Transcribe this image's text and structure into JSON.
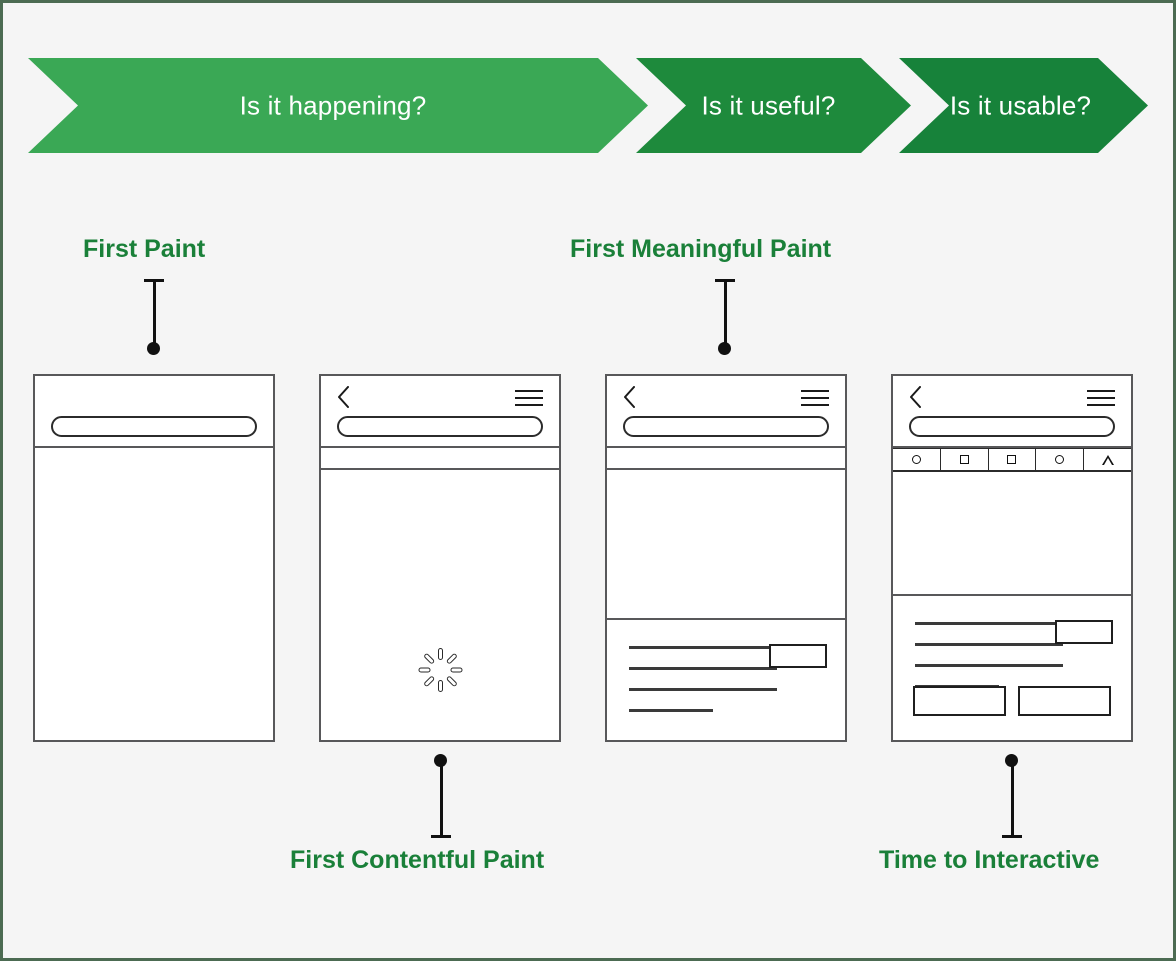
{
  "banner": {
    "segments": [
      {
        "label": "Is it happening?",
        "color": "#3aa855"
      },
      {
        "label": "Is it useful?",
        "color": "#1e8a3c"
      },
      {
        "label": "Is it usable?",
        "color": "#17823a"
      }
    ]
  },
  "accent_color": "#1a8039",
  "border_color": "#4c6b52",
  "background_color": "#f5f5f5",
  "metrics": [
    {
      "id": "first-paint",
      "label": "First Paint",
      "position": "above",
      "phone": 1
    },
    {
      "id": "first-contentful-paint",
      "label": "First Contentful Paint",
      "position": "below",
      "phone": 2
    },
    {
      "id": "first-meaningful-paint",
      "label": "First Meaningful Paint",
      "position": "above",
      "phone": 3
    },
    {
      "id": "time-to-interactive",
      "label": "Time to Interactive",
      "position": "below",
      "phone": 4
    }
  ],
  "phones": [
    {
      "id": "phone-first-paint",
      "chrome": {
        "url_pill": true,
        "back_icon": false,
        "menu_icon": false
      },
      "strip_bar": false,
      "icon_row": [],
      "content": "empty"
    },
    {
      "id": "phone-first-contentful-paint",
      "chrome": {
        "url_pill": true,
        "back_icon": true,
        "menu_icon": true
      },
      "strip_bar": true,
      "icon_row": [],
      "content": "spinner"
    },
    {
      "id": "phone-first-meaningful-paint",
      "chrome": {
        "url_pill": true,
        "back_icon": true,
        "menu_icon": true
      },
      "strip_bar": true,
      "icon_row": [],
      "content": "hero-and-text",
      "text_lines": 4,
      "thumbnail": true,
      "buttons": 0
    },
    {
      "id": "phone-time-to-interactive",
      "chrome": {
        "url_pill": true,
        "back_icon": true,
        "menu_icon": true
      },
      "strip_bar": false,
      "icon_row": [
        "circle",
        "square",
        "square",
        "circle",
        "triangle"
      ],
      "content": "hero-and-text",
      "text_lines": 4,
      "thumbnail": true,
      "buttons": 2
    }
  ]
}
